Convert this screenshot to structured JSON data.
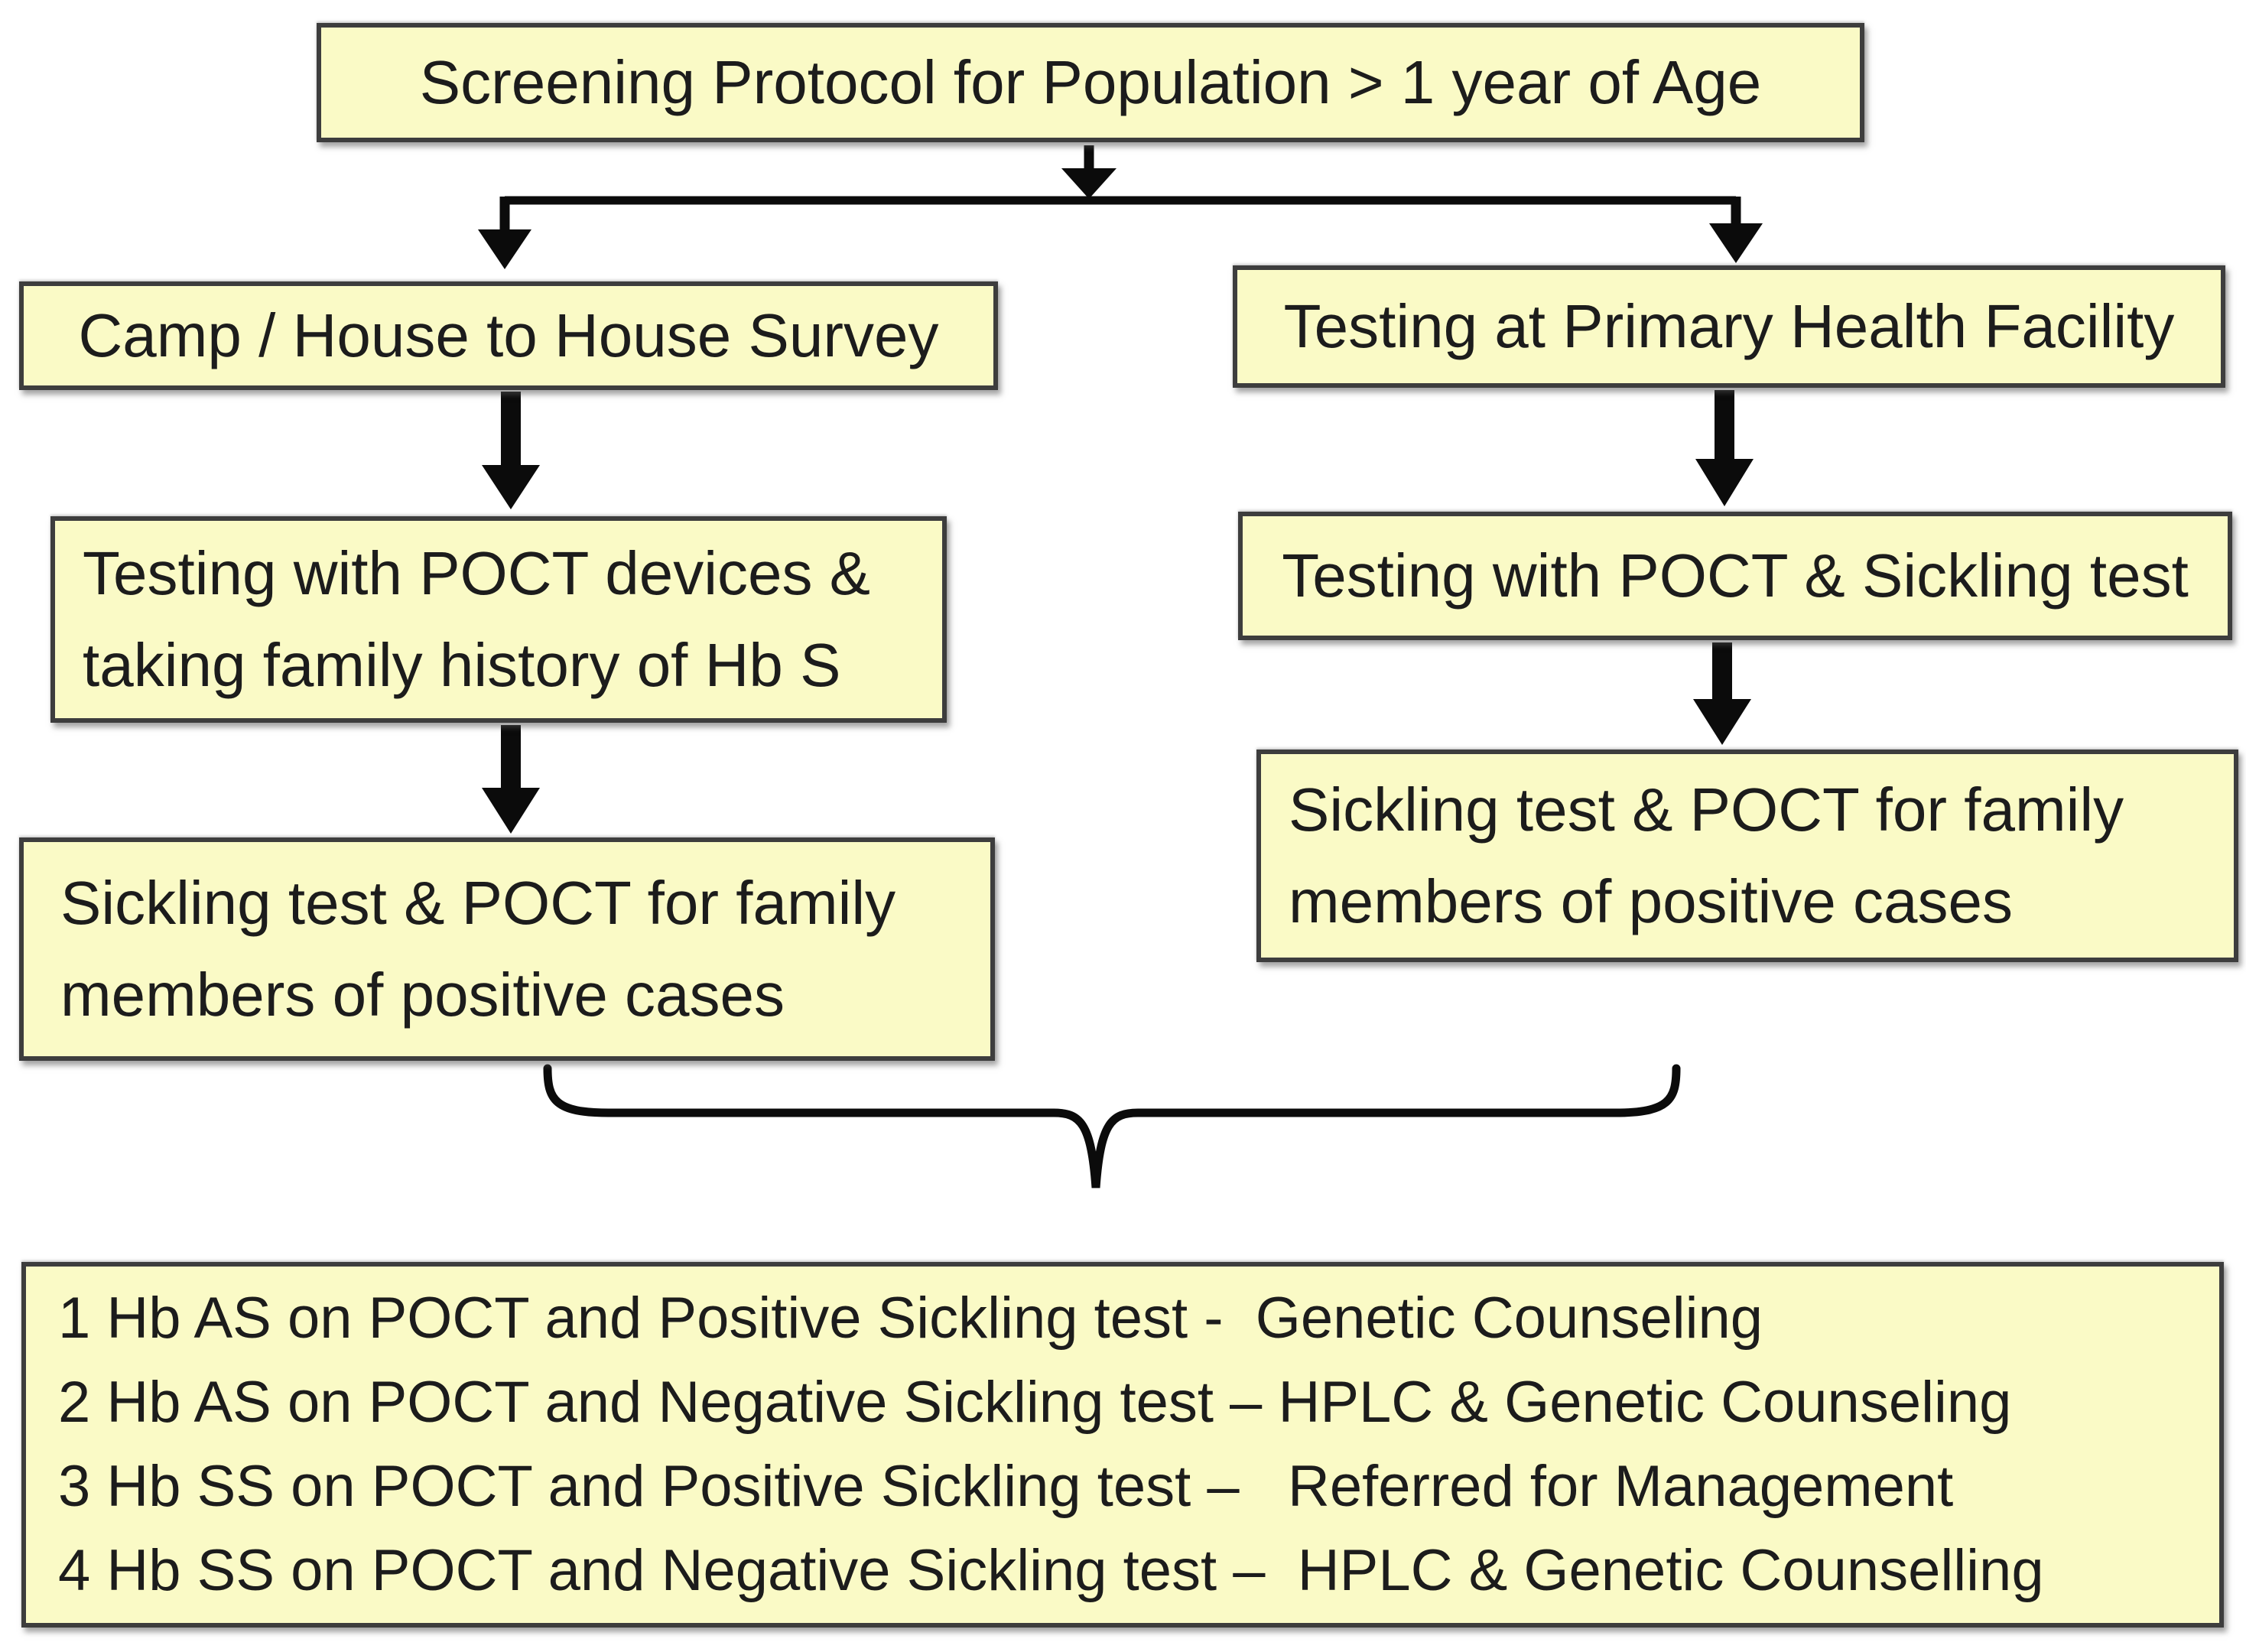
{
  "colors": {
    "background": "#ffffff",
    "box_fill": "#fafac6",
    "box_border": "#3d3d3d",
    "text": "#1c1c1c",
    "arrow": "#0b0b0b"
  },
  "flowchart": {
    "title": "Screening Protocol for Population > 1 year of Age",
    "left_branch": {
      "step1": "Camp / House to House Survey",
      "step2_lines": [
        "Testing with POCT devices &",
        "taking family history of Hb S"
      ],
      "step3_lines": [
        "Sickling test & POCT for family",
        "members of positive cases"
      ]
    },
    "right_branch": {
      "step1": "Testing at Primary Health Facility",
      "step2": "Testing with POCT & Sickling test",
      "step3_lines": [
        "Sickling test & POCT for family",
        "members of positive cases"
      ]
    },
    "results": [
      "1 Hb AS on POCT and Positive Sickling test -  Genetic Counseling",
      "2 Hb AS on POCT and Negative Sickling test – HPLC & Genetic Counseling",
      "3 Hb SS on POCT and Positive Sickling test –   Referred for Management",
      "4 Hb SS on POCT and Negative Sickling test –  HPLC & Genetic Counselling"
    ]
  }
}
